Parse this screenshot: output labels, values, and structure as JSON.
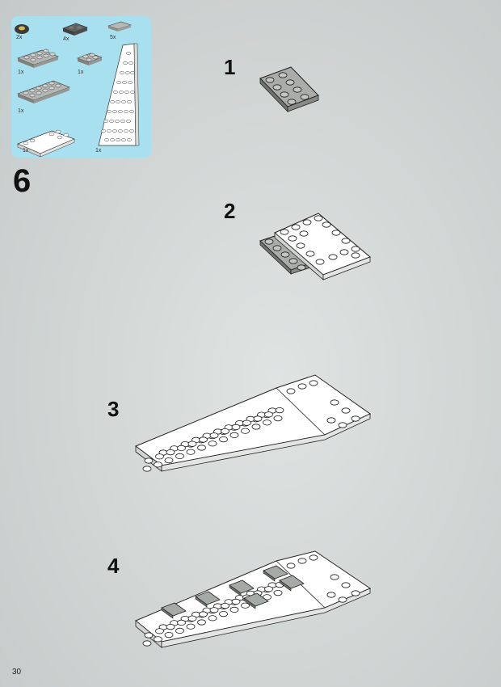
{
  "parts_list": {
    "quantities": [
      "2x",
      "4x",
      "5x",
      "1x",
      "1x",
      "1x",
      "1x",
      "1x"
    ]
  },
  "page_step_number": "6",
  "sub_steps": [
    "1",
    "2",
    "3",
    "4"
  ],
  "page_number": "30",
  "colors": {
    "parts_box": "#a9e0f0",
    "white_brick": "#ffffff",
    "grey_brick": "#a6aaa6",
    "dark_grey_brick": "#6e716f"
  }
}
